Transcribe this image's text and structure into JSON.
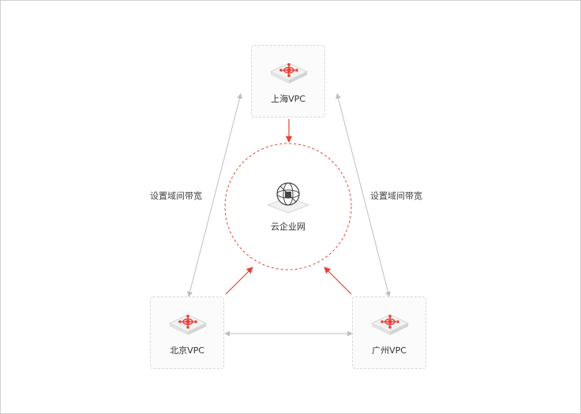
{
  "nodes": {
    "shanghai": {
      "label": "上海VPC"
    },
    "beijing": {
      "label": "北京VPC"
    },
    "guangzhou": {
      "label": "广州VPC"
    },
    "cen": {
      "label": "云企业网"
    }
  },
  "edge_labels": {
    "left": "设置域间带宽",
    "right": "设置域间带宽"
  },
  "colors": {
    "accent_red": "#e8403a",
    "connector_gray": "#bfbfbf",
    "dashed_circle": "#e8403a",
    "box_border": "#d8d8d8"
  },
  "icons": {
    "vpc": "router-icon",
    "cen": "cloud-enterprise-network-icon"
  }
}
